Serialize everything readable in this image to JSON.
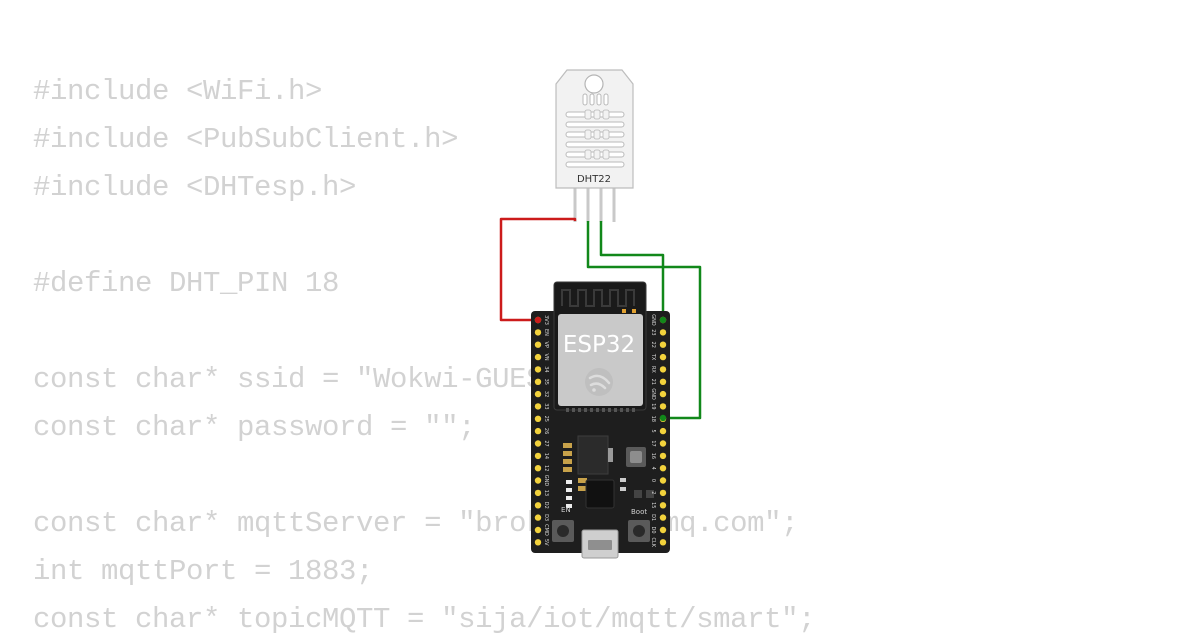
{
  "code": {
    "lines": [
      "#include <WiFi.h>",
      "#include <PubSubClient.h>",
      "#include <DHTesp.h>",
      "",
      "#define DHT_PIN 18",
      "",
      "const char* ssid = \"Wokwi-GUEST\";",
      "const char* password = \"\";",
      "",
      "const char* mqttServer = \"broker.hivemq.com\";",
      "int mqttPort = 1883;",
      "const char* topicMQTT = \"sija/iot/mqtt/smart\";"
    ]
  },
  "sensor": {
    "label": "DHT22",
    "body_color": "#f2f2f2"
  },
  "board": {
    "chip_label": "ESP32",
    "boot_label": "Boot",
    "en_label": "EN",
    "left_pins": [
      "3V3",
      "EN",
      "VP",
      "VN",
      "34",
      "35",
      "32",
      "33",
      "25",
      "26",
      "27",
      "14",
      "12",
      "GND",
      "13",
      "D2",
      "D3",
      "CMD",
      "5V"
    ],
    "right_pins": [
      "GND",
      "23",
      "22",
      "TX",
      "RX",
      "21",
      "GND",
      "19",
      "18",
      "5",
      "17",
      "16",
      "4",
      "0",
      "2",
      "15",
      "D1",
      "D0",
      "CLK"
    ],
    "pcb_color": "#1e1e1e",
    "pin_color": "#f2d23c"
  },
  "wires": {
    "power_color": "#cc1b1b",
    "signal_color": "#11881a"
  },
  "logo": "espressif-logo"
}
